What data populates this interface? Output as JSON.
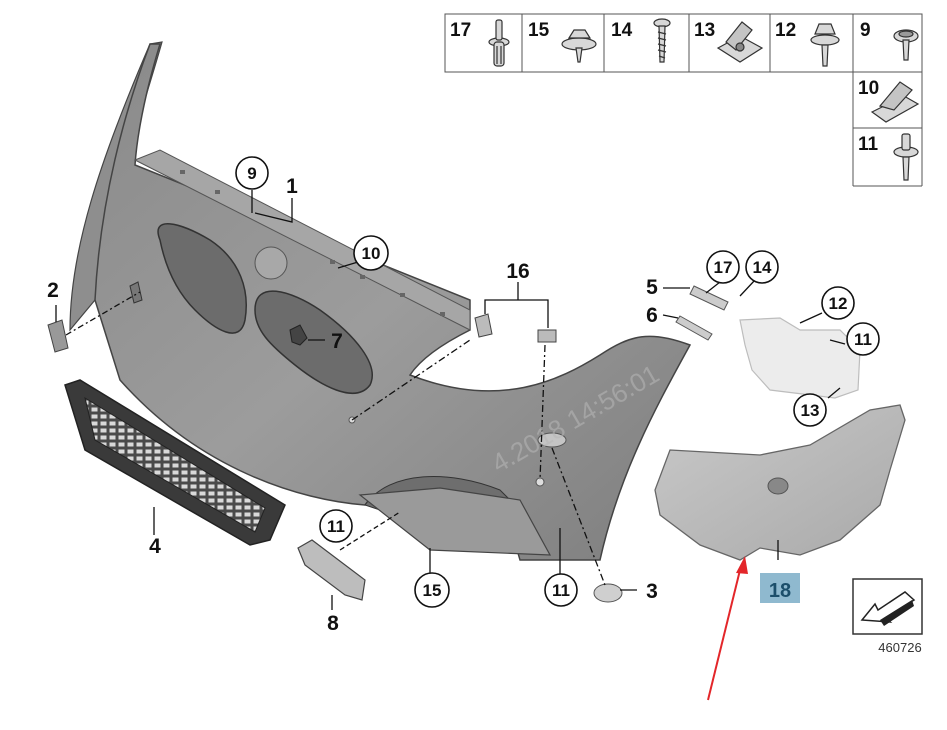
{
  "watermark": "4.2018 14:56:01",
  "diagram_code": "460726",
  "highlight_color": "#8fb9cf",
  "arrow_color": "#e3262a",
  "callouts": {
    "c1": "1",
    "c2": "2",
    "c3": "3",
    "c4": "4",
    "c5": "5",
    "c6": "6",
    "c7": "7",
    "c8": "8",
    "c9": "9",
    "c10": "10",
    "c11a": "11",
    "c11b": "11",
    "c11c": "11",
    "c12": "12",
    "c13": "13",
    "c14": "14",
    "c15": "15",
    "c16": "16",
    "c17": "17",
    "c18": "18"
  },
  "fastener_table": {
    "cells": [
      "17",
      "15",
      "14",
      "13",
      "12",
      "9",
      "10",
      "11"
    ]
  }
}
